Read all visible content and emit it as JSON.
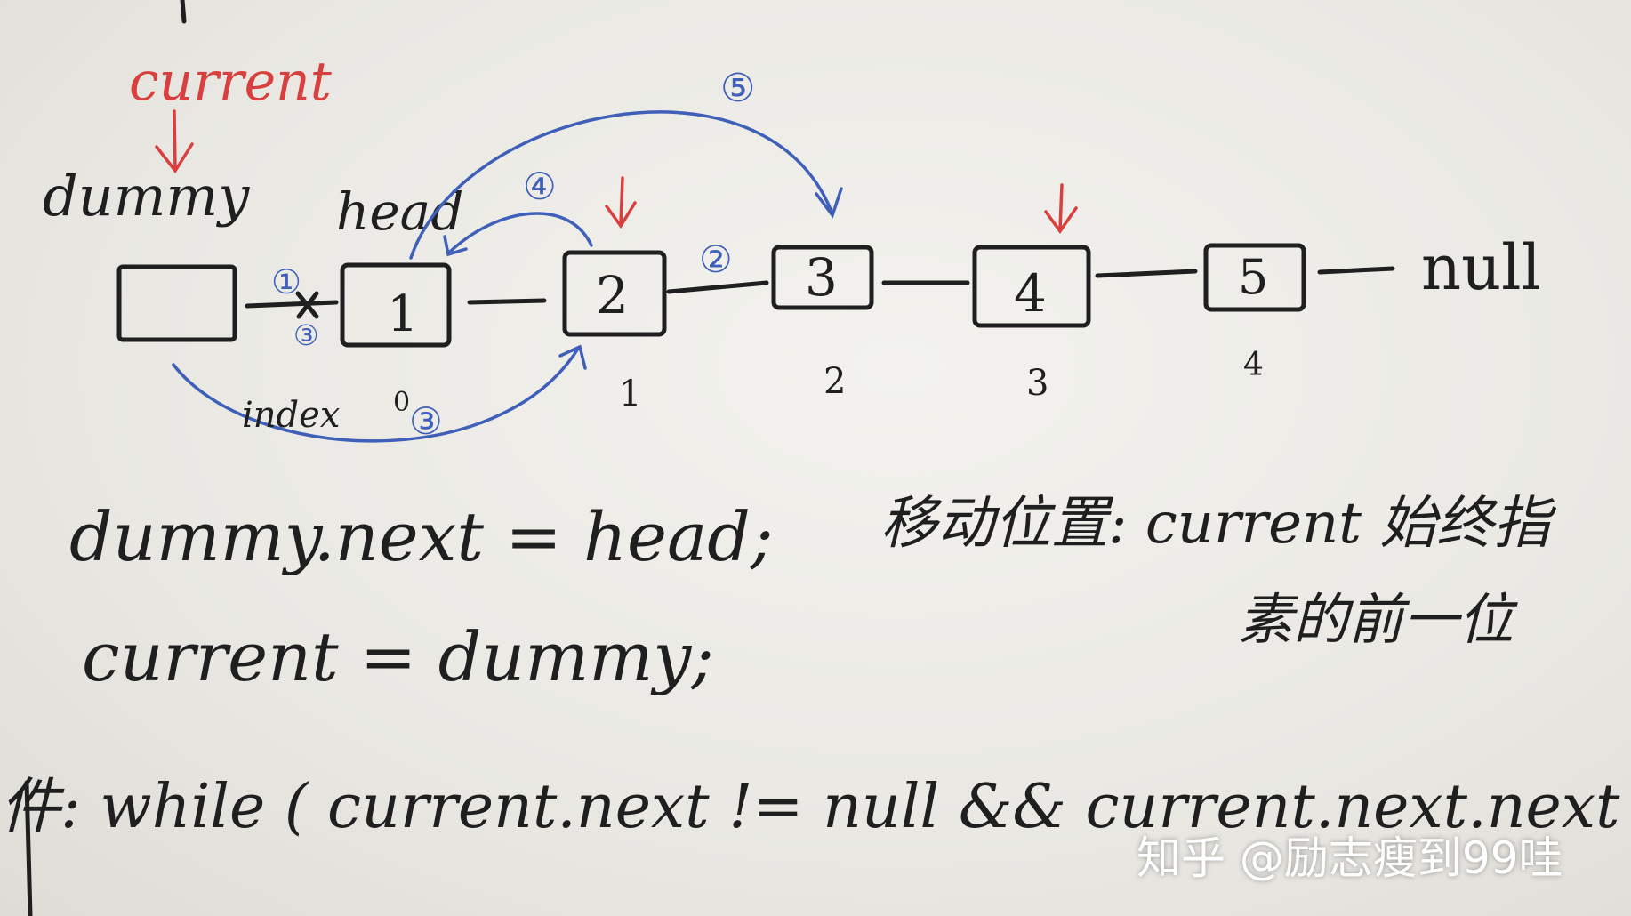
{
  "diagram": {
    "pointer_label": "current",
    "dummy_label": "dummy",
    "head_label": "head",
    "index_label": "index",
    "null_label": "null",
    "nodes": [
      "",
      "1",
      "2",
      "3",
      "4",
      "5"
    ],
    "indexes": [
      "0",
      "1",
      "2",
      "3",
      "4"
    ],
    "step_markers": [
      "①",
      "②",
      "③",
      "④",
      "⑤",
      "③"
    ],
    "code_lines": [
      "dummy.next = head;",
      "current = dummy;",
      "件: while ( current.next != null && current.next.next"
    ],
    "note_lines": [
      "移动位置: current 始终指",
      "素的前一位"
    ]
  },
  "watermark": "知乎 @励志瘦到99哇",
  "colors": {
    "ink": "#1f1f1f",
    "blue_pen": "#3f5fb8",
    "red_pen": "#d8403f",
    "paper": "#ecebe6"
  }
}
